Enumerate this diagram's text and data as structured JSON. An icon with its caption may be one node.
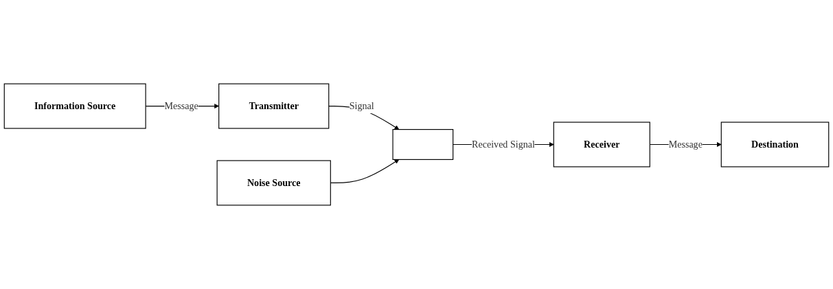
{
  "diagram": {
    "nodes": [
      {
        "text": [
          "Information Source"
        ]
      },
      {
        "text": [
          "Transmitter"
        ]
      },
      {
        "text": [],
        "shape": "box"
      },
      {
        "text": [
          "Receiver"
        ]
      },
      {
        "text": [
          "Destination"
        ]
      },
      {
        "text": [
          "Noise Source"
        ]
      }
    ],
    "edges": [
      {
        "from": 0,
        "to": 1,
        "arrow": "to",
        "label": "Message"
      },
      {
        "from": 1,
        "to": 2,
        "arrow": "to",
        "label": "Signal"
      },
      {
        "from": 2,
        "to": 3,
        "arrow": "to",
        "label": "Received Signal"
      },
      {
        "from": 3,
        "to": 4,
        "arrow": "to",
        "label": "Message"
      },
      {
        "from": 5,
        "to": 2,
        "arrow": "to"
      }
    ]
  }
}
